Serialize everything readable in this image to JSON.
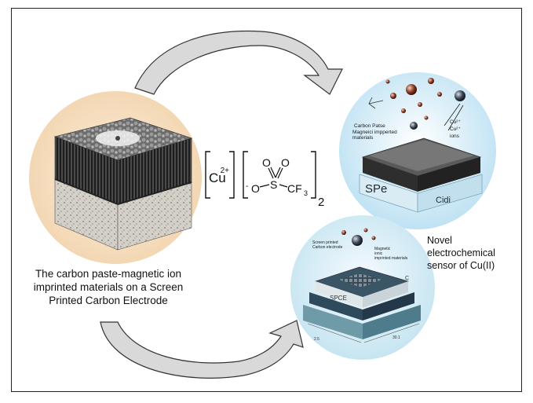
{
  "left_caption": [
    "The carbon paste-magnetic ion",
    "imprinted materials on a Screen",
    "Printed Carbon Electrode"
  ],
  "right_caption": [
    "Novel",
    "electrochemical",
    "sensor of Cu(II)"
  ],
  "formula": {
    "cation": "Cu",
    "cation_charge": "2+",
    "anion_o1": "O",
    "anion_o2": "O",
    "anion_o_minus": "O",
    "anion_minus": "-",
    "anion_s": "S",
    "anion_cf": "CF",
    "anion_cf_sub": "3",
    "count": "2"
  },
  "top_illustration_labels": {
    "left_label_1": "Carbon Patse",
    "left_label_2": "Magneici impperted",
    "left_label_3": "materials",
    "right_label_1": "Cu²⁺",
    "right_label_2": "Cu²⁺",
    "right_label_3": "ions",
    "block_front": "SPe",
    "block_side": "Cidi"
  },
  "bottom_illustration_labels": {
    "label_1": "Screen printed",
    "label_2": "Carbon electrode",
    "label_3": "Magnetic",
    "label_4": "ionic",
    "label_5": "imprinted materials",
    "layer_text": "SPCE",
    "side_c": "C",
    "dim_left": "2.5",
    "dim_right": "30.1"
  },
  "colors": {
    "arrow_fill": "#d9d9d9",
    "arrow_stroke": "#333333",
    "left_bg": "#f6e1c4",
    "right_bg": "#d3ecf8",
    "block_top": "#4a4a4a"
  }
}
